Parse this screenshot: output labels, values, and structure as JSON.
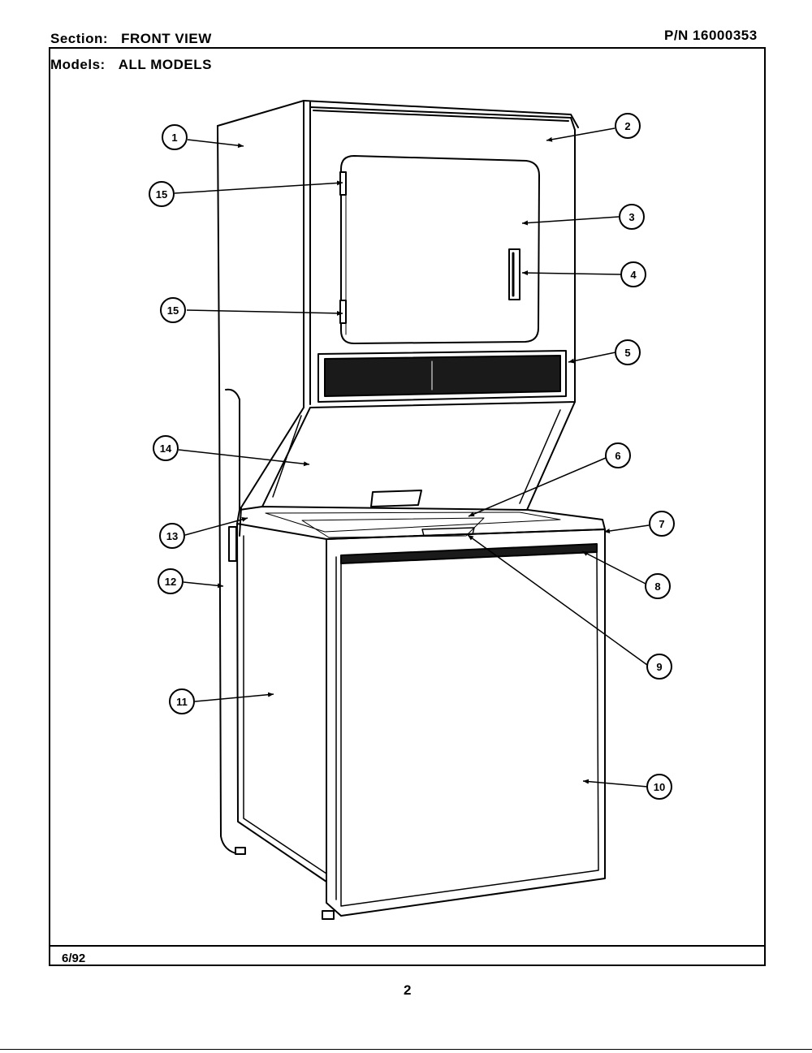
{
  "header": {
    "section_label": "Section:",
    "section_value": "FRONT VIEW",
    "models_label": "Models:",
    "models_value": "ALL MODELS",
    "part_number": "P/N 16000353"
  },
  "footer": {
    "date_code": "6/92",
    "page_number": "2"
  },
  "callouts": [
    {
      "id": "c1",
      "label": "1"
    },
    {
      "id": "c2",
      "label": "2"
    },
    {
      "id": "c3",
      "label": "3"
    },
    {
      "id": "c4",
      "label": "4"
    },
    {
      "id": "c5",
      "label": "5"
    },
    {
      "id": "c6",
      "label": "6"
    },
    {
      "id": "c7",
      "label": "7"
    },
    {
      "id": "c8",
      "label": "8"
    },
    {
      "id": "c9",
      "label": "9"
    },
    {
      "id": "c10",
      "label": "10"
    },
    {
      "id": "c11",
      "label": "11"
    },
    {
      "id": "c12",
      "label": "12"
    },
    {
      "id": "c13",
      "label": "13"
    },
    {
      "id": "c14",
      "label": "14"
    },
    {
      "id": "c15a",
      "label": "15"
    },
    {
      "id": "c15b",
      "label": "15"
    }
  ]
}
